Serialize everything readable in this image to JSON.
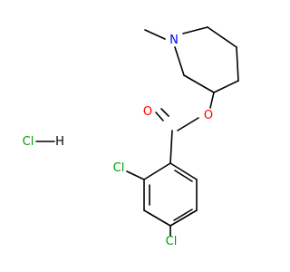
{
  "molecule": {
    "atoms": {
      "N1": {
        "text": "N",
        "color": "#0000FF"
      },
      "O_ester": {
        "text": "O",
        "color": "#FF0000"
      },
      "O_carbonyl": {
        "text": "O",
        "color": "#FF0000"
      },
      "Cl_ortho": {
        "text": "Cl",
        "color": "#00A000"
      },
      "Cl_para": {
        "text": "Cl",
        "color": "#00A000"
      }
    },
    "salt": {
      "text": "Cl—H",
      "cl_color": "#00A000",
      "h_color": "#000000",
      "cl_text": "Cl",
      "h_text": "H"
    }
  }
}
